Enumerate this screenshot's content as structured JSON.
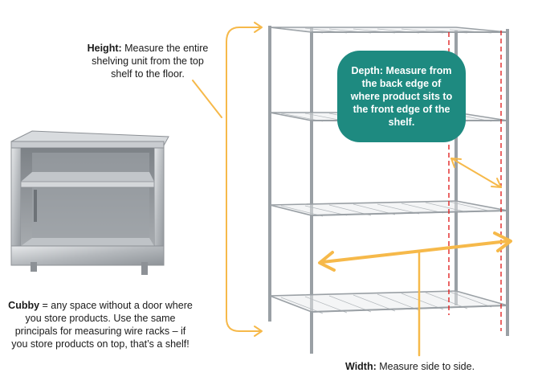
{
  "height_note": {
    "label": "Height:",
    "text": " Measure the entire shelving unit from the top shelf to the floor."
  },
  "depth_note": {
    "text": "Depth: Measure from the back edge of where product sits to the front edge of the shelf."
  },
  "width_note": {
    "label": "Width:",
    "text": " Measure side to side."
  },
  "cubby_note": {
    "label": "Cubby",
    "text": " = any space without a door where you store products. Use the same principals for measuring wire racks – if you store products on top, that’s a shelf!"
  },
  "colors": {
    "arrow": "#f6b94a",
    "depth_bubble": "#1e8a80",
    "guide_line": "#e02424",
    "steel": "#b8bcc0"
  },
  "icons": [
    "cubby-cabinet-image",
    "wire-shelving-image",
    "height-bracket-arrow",
    "width-arrow",
    "depth-arrow"
  ]
}
